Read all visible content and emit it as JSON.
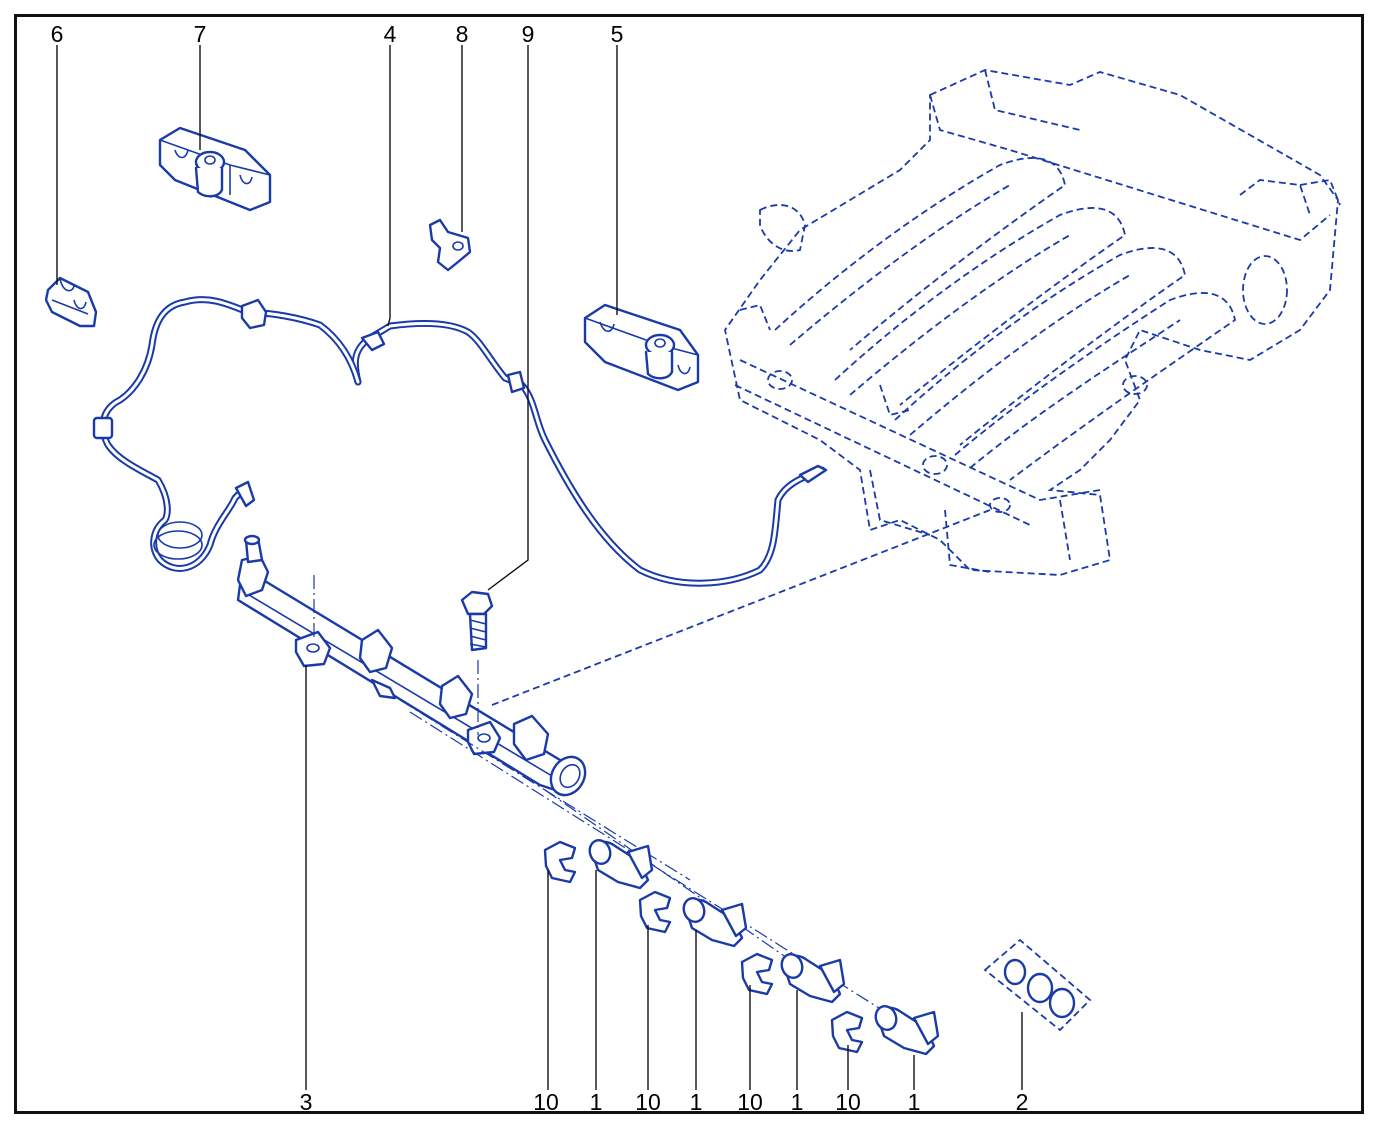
{
  "diagram": {
    "colors": {
      "line": "#1a3aa8",
      "label": "#000000",
      "frame": "#111111",
      "background": "#ffffff"
    },
    "callouts": [
      {
        "id": "c6",
        "text": "6"
      },
      {
        "id": "c7",
        "text": "7"
      },
      {
        "id": "c4",
        "text": "4"
      },
      {
        "id": "c8",
        "text": "8"
      },
      {
        "id": "c9",
        "text": "9"
      },
      {
        "id": "c5",
        "text": "5"
      },
      {
        "id": "c3",
        "text": "3"
      },
      {
        "id": "c10a",
        "text": "10"
      },
      {
        "id": "c1a",
        "text": "1"
      },
      {
        "id": "c10b",
        "text": "10"
      },
      {
        "id": "c1b",
        "text": "1"
      },
      {
        "id": "c10c",
        "text": "10"
      },
      {
        "id": "c1c",
        "text": "1"
      },
      {
        "id": "c10d",
        "text": "10"
      },
      {
        "id": "c1d",
        "text": "1"
      },
      {
        "id": "c2",
        "text": "2"
      }
    ]
  }
}
